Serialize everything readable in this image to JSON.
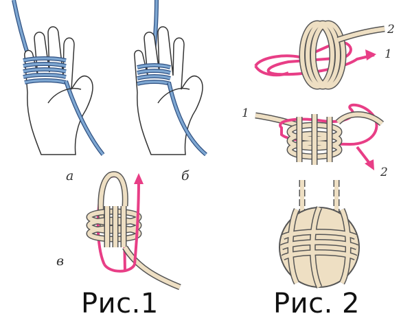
{
  "fig1": {
    "caption": "Рис.1",
    "labels": {
      "a": "а",
      "b": "б",
      "v": "в"
    }
  },
  "fig2": {
    "caption": "Рис. 2",
    "labels": {
      "one_top": "1",
      "two_top": "2",
      "one_mid": "1",
      "two_mid": "2"
    }
  },
  "colors": {
    "rope": "#eedfc3",
    "rope_outline": "#555555",
    "blue_rope": "#7ea7d2",
    "blue_outline": "#2e4f80",
    "red_path": "#e83e86",
    "skin": "#ffffff"
  }
}
